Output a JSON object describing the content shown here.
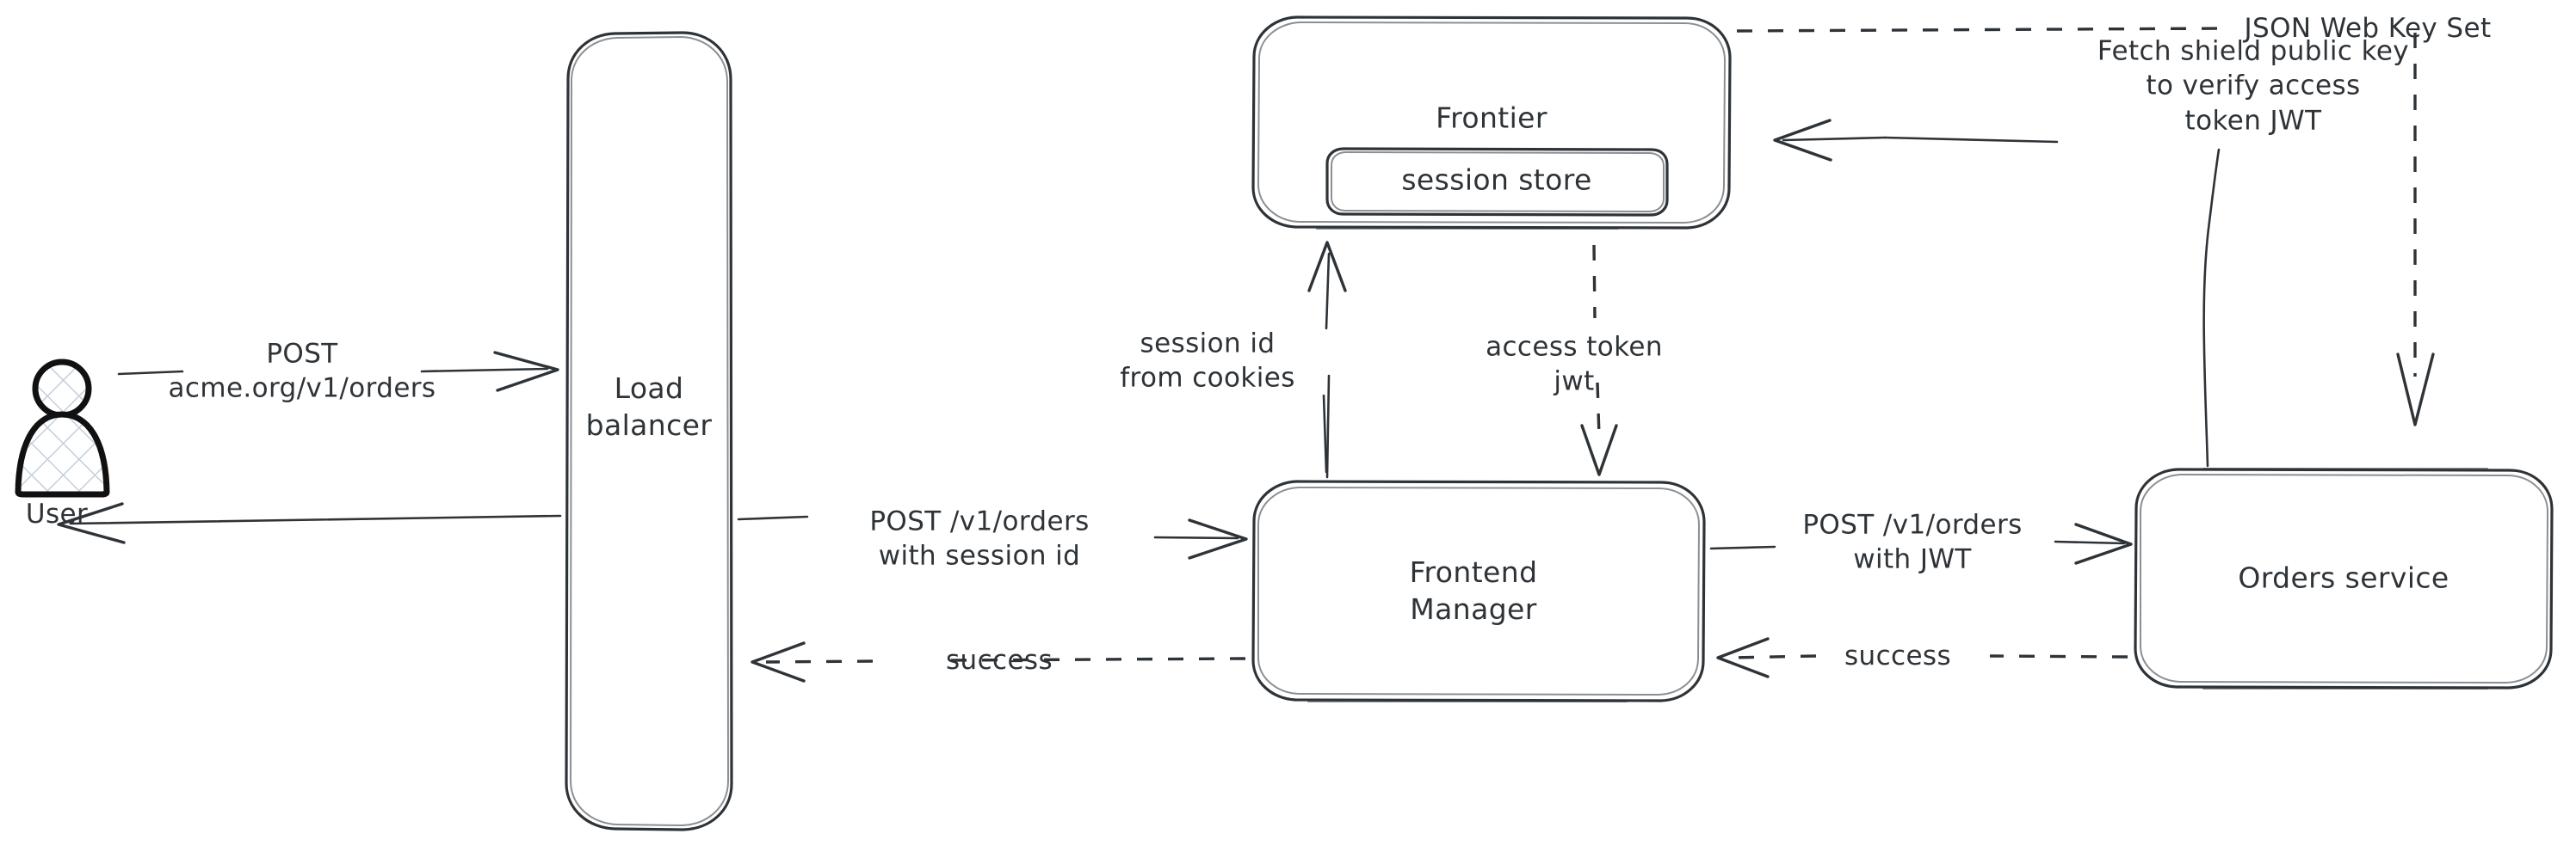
{
  "diagram": {
    "title": "Request flow: user order through load balancer, frontier session store, frontend manager and orders service",
    "style": "hand-drawn",
    "background_color": "#ffffff",
    "stroke_color": "#2E3338",
    "person_fill_pattern": "crosshatch",
    "person_fill_color": "#C7D2DC"
  },
  "nodes": {
    "user": {
      "label": "User",
      "icon": "person-icon"
    },
    "load_balancer": {
      "label_line1": "Load",
      "label_line2": "balancer"
    },
    "frontier": {
      "label": "Frontier",
      "session_store": {
        "label": "session store"
      }
    },
    "frontend_manager": {
      "label_line1": "Frontend",
      "label_line2": "Manager"
    },
    "orders_service": {
      "label": "Orders service"
    }
  },
  "edges": {
    "user_to_lb": {
      "label_line1": "POST",
      "label_line2": "acme.org/v1/orders",
      "style": "solid",
      "direction": "right"
    },
    "lb_to_user": {
      "label": "",
      "style": "solid",
      "direction": "left"
    },
    "lb_to_fm": {
      "label_line1": "POST /v1/orders",
      "label_line2": "with session id",
      "style": "solid",
      "direction": "right"
    },
    "fm_to_lb": {
      "label": "success",
      "style": "dashed",
      "direction": "left"
    },
    "fm_to_frontier": {
      "label_line1": "session id",
      "label_line2": "from cookies",
      "style": "solid",
      "direction": "up"
    },
    "frontier_to_fm": {
      "label_line1": "access token",
      "label_line2": "jwt",
      "style": "dashed",
      "direction": "down"
    },
    "fm_to_orders": {
      "label_line1": "POST /v1/orders",
      "label_line2": "with JWT",
      "style": "solid",
      "direction": "right"
    },
    "orders_to_fm": {
      "label": "success",
      "style": "dashed",
      "direction": "left"
    },
    "orders_to_frontier": {
      "label_line1": "Fetch shield public key",
      "label_line2": "to verify access",
      "label_line3": "token JWT",
      "style": "solid",
      "direction": "left"
    },
    "frontier_to_orders": {
      "label": "JSON Web Key Set",
      "style": "dashed",
      "direction": "down"
    }
  }
}
